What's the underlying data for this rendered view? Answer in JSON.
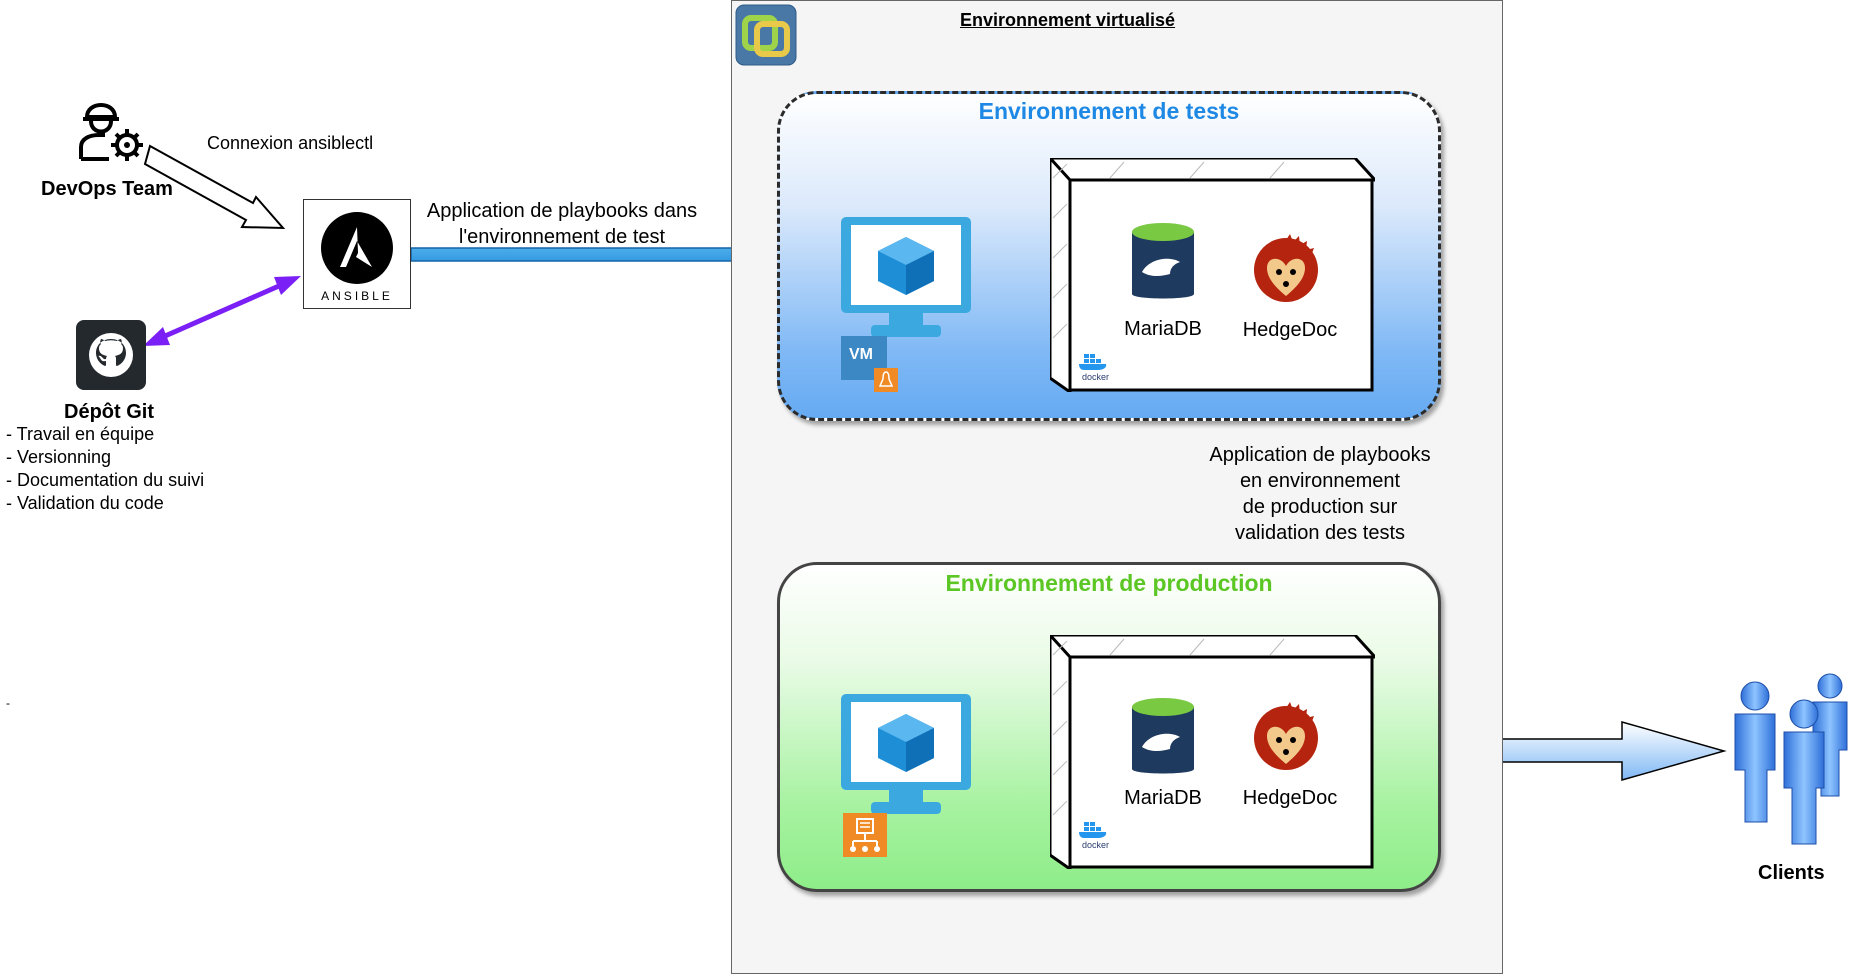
{
  "virt_env": {
    "title": "Environnement virtualisé"
  },
  "test_env": {
    "title": "Environnement de tests",
    "title_color": "#1e88e5"
  },
  "prod_env": {
    "title": "Environnement de production",
    "title_color": "#5cc625"
  },
  "devops": {
    "label": "DevOps Team"
  },
  "connexion": {
    "label": "Connexion ansiblectl"
  },
  "ansible": {
    "label": "ANSIBLE"
  },
  "git": {
    "label": "Dépôt Git",
    "items": [
      "- Travail en équipe",
      "- Versionning",
      "- Documentation du suivi",
      "- Validation du code"
    ]
  },
  "arrow_test": {
    "line1": "Application de playbooks dans",
    "line2": "l'environnement de test"
  },
  "arrow_prod": {
    "line1": "Application de playbooks",
    "line2": "en environnement",
    "line3": "de production sur",
    "line4": "validation des tests"
  },
  "vm_badge": "VM",
  "containers": {
    "test": {
      "db": "MariaDB",
      "app": "HedgeDoc",
      "engine": "docker"
    },
    "prod": {
      "db": "MariaDB",
      "app": "HedgeDoc",
      "engine": "docker"
    }
  },
  "clients": {
    "label": "Clients"
  },
  "stray_mark": "-",
  "colors": {
    "blue_arrow": "#2d9be0",
    "purple_arrow": "#7a1ff5",
    "monitor": "#3ba9e0",
    "vm_blue": "#3b88c4",
    "orange": "#f08a24",
    "client_blue": "#3b8be8"
  }
}
